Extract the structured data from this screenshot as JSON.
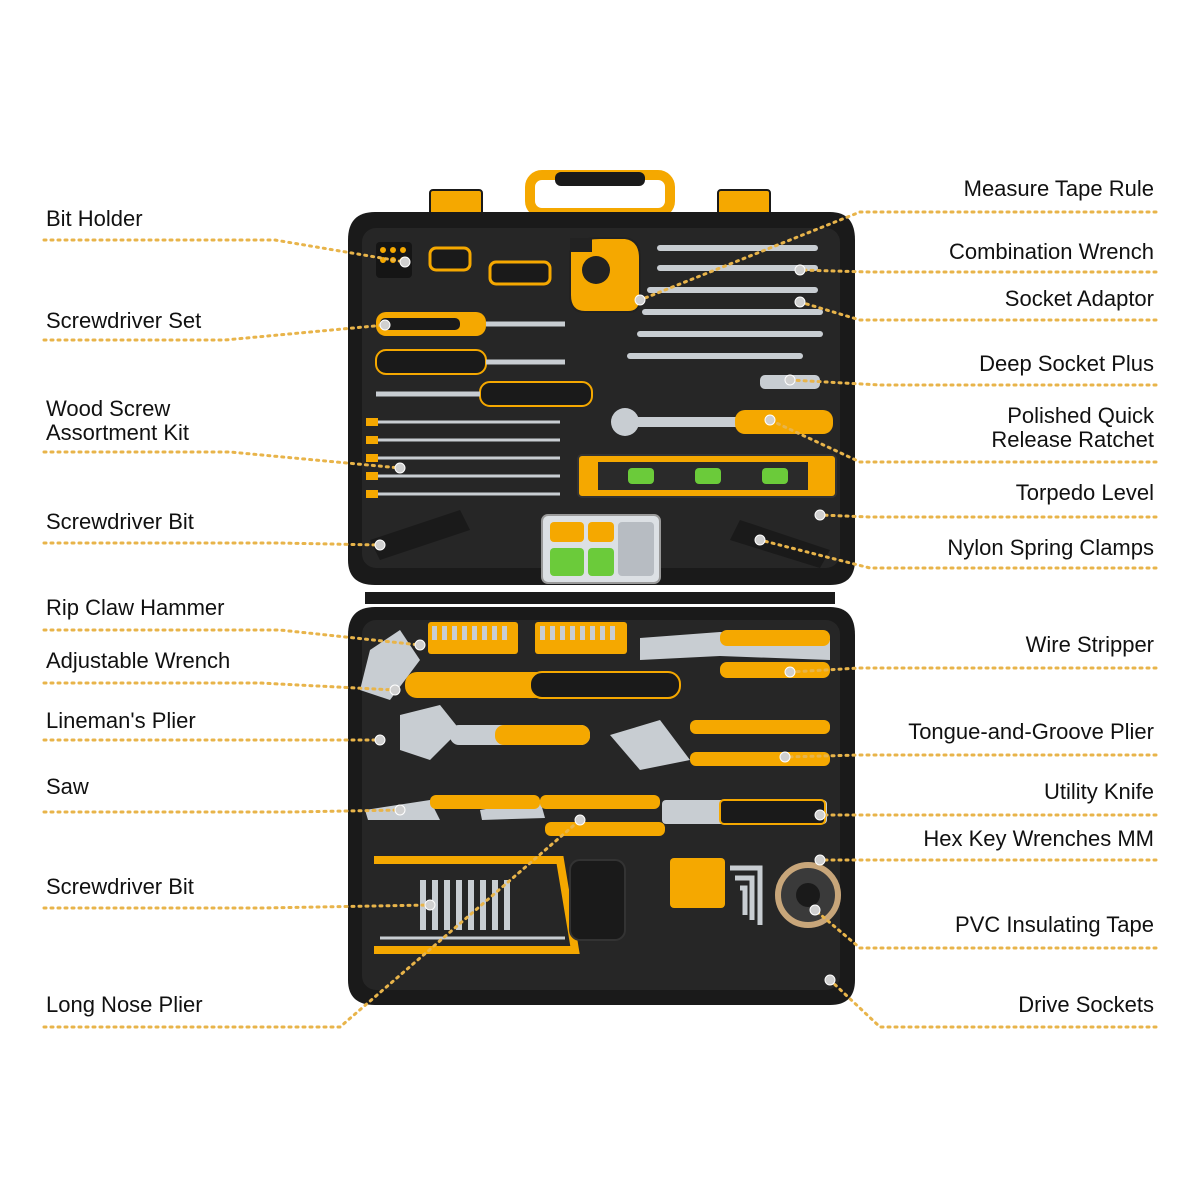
{
  "colors": {
    "accent": "#F5A800",
    "case": "#1A1A1A",
    "tray": "#2B2B2B",
    "metal": "#C8CDD2",
    "leader": "#E8B44A",
    "dot": "#D0D0D0"
  },
  "labels": {
    "left": [
      {
        "text": "Bit Holder"
      },
      {
        "text": "Screwdriver Set"
      },
      {
        "text": "Wood Screw\nAssortment Kit"
      },
      {
        "text": "Screwdriver Bit"
      },
      {
        "text": "Rip Claw Hammer"
      },
      {
        "text": "Adjustable Wrench"
      },
      {
        "text": "Lineman's Plier"
      },
      {
        "text": "Saw"
      },
      {
        "text": "Screwdriver Bit"
      },
      {
        "text": "Long Nose Plier"
      }
    ],
    "right": [
      {
        "text": "Measure Tape Rule"
      },
      {
        "text": "Combination Wrench"
      },
      {
        "text": "Socket Adaptor"
      },
      {
        "text": "Deep Socket Plus"
      },
      {
        "text": "Polished Quick\nRelease Ratchet"
      },
      {
        "text": "Torpedo Level"
      },
      {
        "text": "Nylon Spring Clamps"
      },
      {
        "text": "Wire Stripper"
      },
      {
        "text": "Tongue-and-Groove Plier"
      },
      {
        "text": "Utility Knife"
      },
      {
        "text": "Hex Key Wrenches MM"
      },
      {
        "text": "PVC Insulating Tape"
      },
      {
        "text": "Drive Sockets"
      }
    ]
  }
}
